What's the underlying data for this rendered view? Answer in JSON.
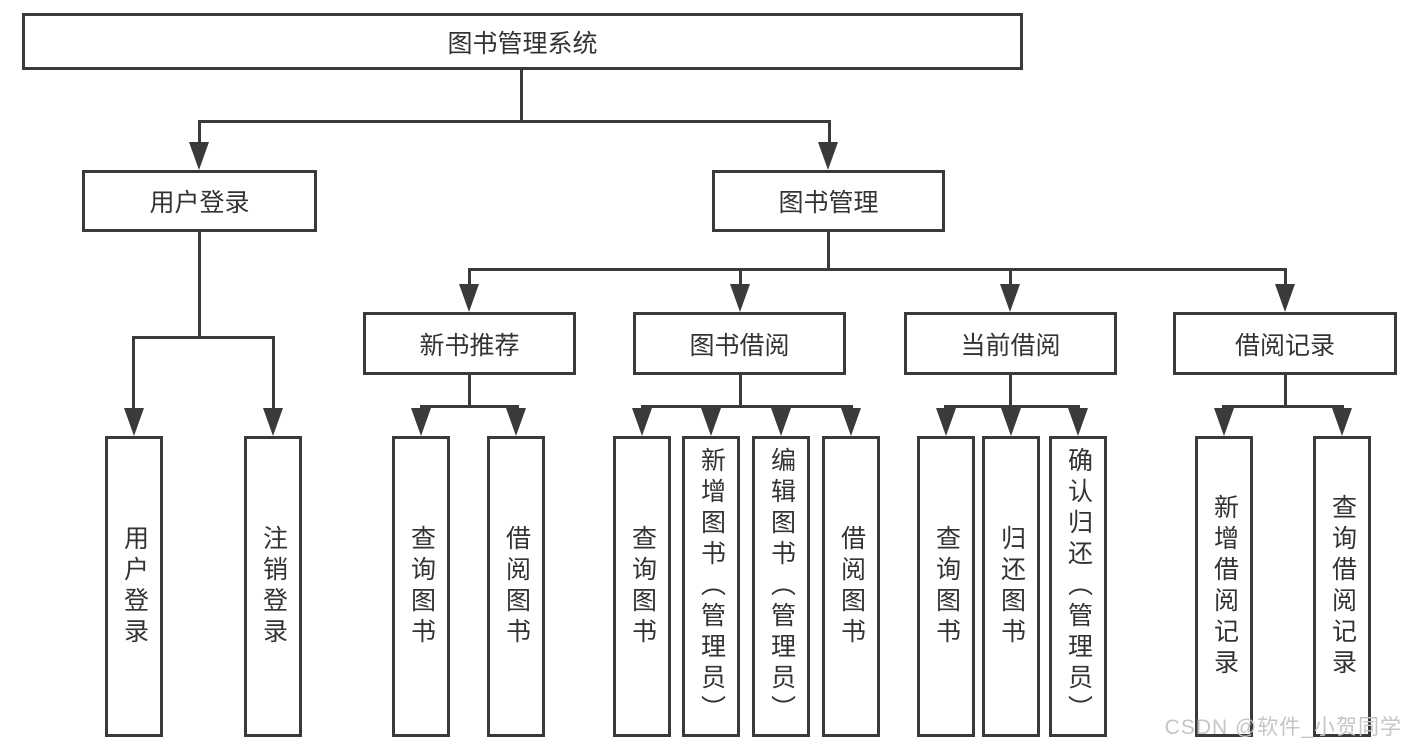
{
  "colors": {
    "line": "#3a3a3a",
    "text": "#333333",
    "watermark": "#c5c5c5",
    "background": "#ffffff"
  },
  "watermark": "CSDN @软件_小贺同学",
  "tree": {
    "label": "图书管理系统",
    "children": [
      {
        "label": "用户登录",
        "children": [
          {
            "label": "用户登录"
          },
          {
            "label": "注销登录"
          }
        ]
      },
      {
        "label": "图书管理",
        "children": [
          {
            "label": "新书推荐",
            "children": [
              {
                "label": "查询图书"
              },
              {
                "label": "借阅图书"
              }
            ]
          },
          {
            "label": "图书借阅",
            "children": [
              {
                "label": "查询图书"
              },
              {
                "label": "新增图书（管理员）"
              },
              {
                "label": "编辑图书（管理员）"
              },
              {
                "label": "借阅图书"
              }
            ]
          },
          {
            "label": "当前借阅",
            "children": [
              {
                "label": "查询图书"
              },
              {
                "label": "归还图书"
              },
              {
                "label": "确认归还（管理员）"
              }
            ]
          },
          {
            "label": "借阅记录",
            "children": [
              {
                "label": "新增借阅记录"
              },
              {
                "label": "查询借阅记录"
              }
            ]
          }
        ]
      }
    ]
  }
}
